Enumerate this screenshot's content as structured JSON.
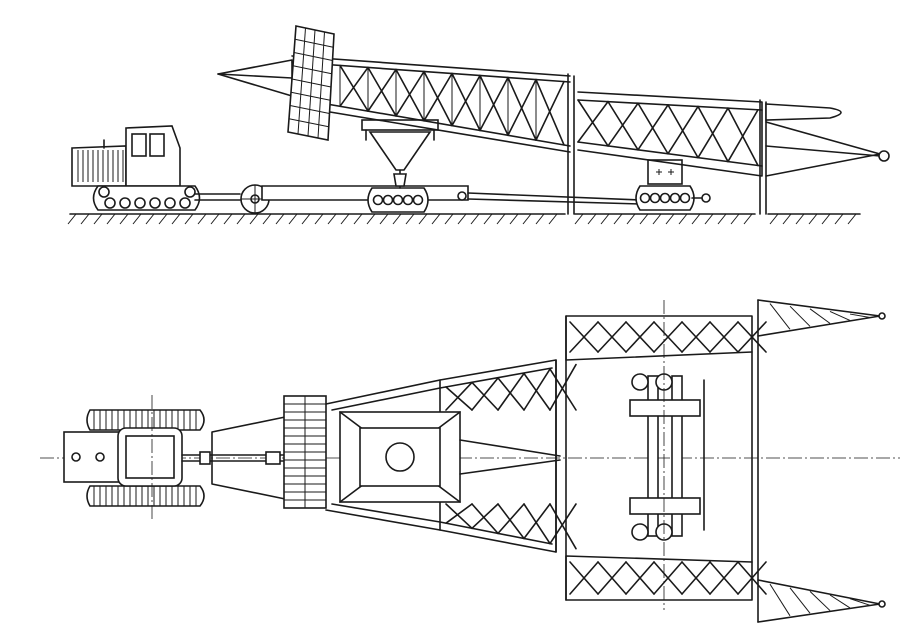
{
  "figure": {
    "type": "technical line drawing",
    "views": [
      "side-elevation",
      "plan-view"
    ],
    "colors": {
      "ink": "#1a1a1a",
      "paper": "#ffffff"
    }
  }
}
